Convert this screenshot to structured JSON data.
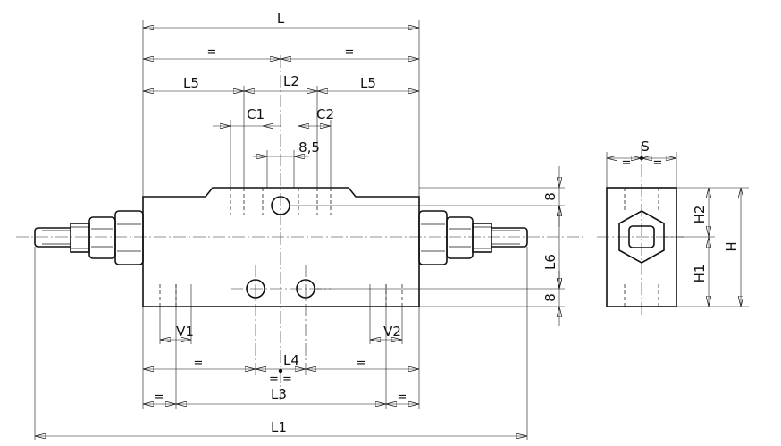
{
  "dimensions": {
    "L": "L",
    "L1": "L1",
    "L2": "L2",
    "L3": "L3",
    "L4": "L4",
    "L5": "L5",
    "L6": "L6",
    "C1": "C1",
    "C2": "C2",
    "V1": "V1",
    "V2": "V2",
    "H": "H",
    "H1": "H1",
    "H2": "H2",
    "S": "S",
    "d8_5": "8,5",
    "d8": "8",
    "eq": "=",
    "eq2": "= ="
  }
}
